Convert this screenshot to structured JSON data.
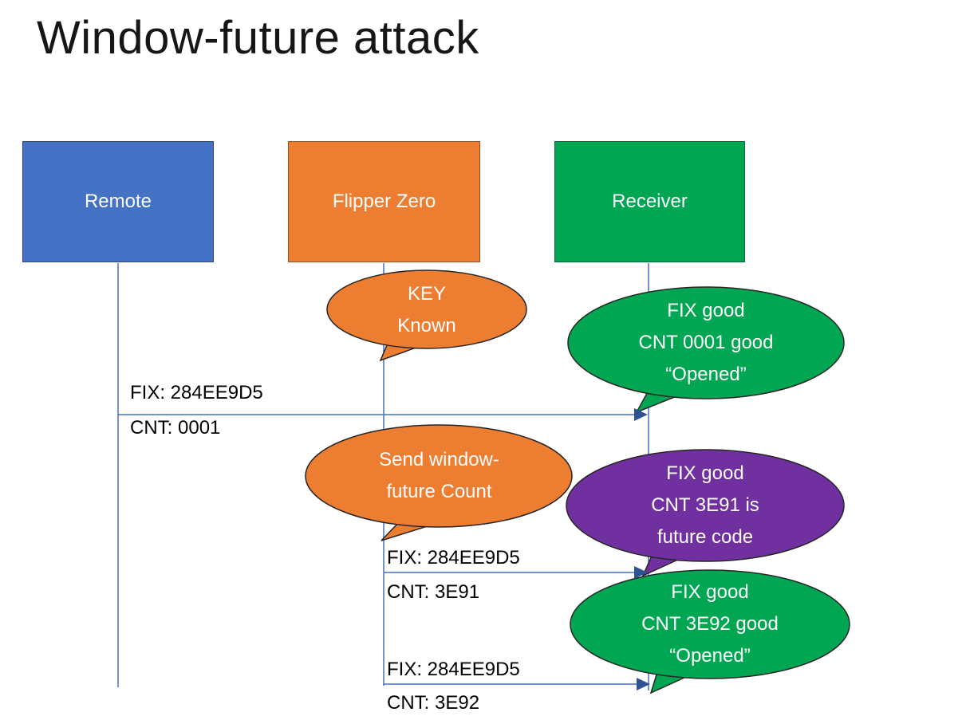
{
  "title": "Window-future attack",
  "colors": {
    "blue": "#4472C4",
    "orange": "#ED7D31",
    "green": "#00A651",
    "purple": "#7030A0",
    "line": "#4472C4",
    "arrowhead": "#2E5395",
    "outline": "#262626"
  },
  "actors": [
    {
      "label": "Remote"
    },
    {
      "label": "Flipper Zero"
    },
    {
      "label": "Receiver"
    }
  ],
  "bubbles": {
    "key_known": {
      "lines": [
        "KEY",
        "Known"
      ]
    },
    "fix_0001": {
      "lines": [
        "FIX good",
        "CNT 0001 good",
        "“Opened”"
      ]
    },
    "send_window": {
      "lines": [
        "Send window-",
        "future Count"
      ]
    },
    "fix_3e91": {
      "lines": [
        "FIX good",
        "CNT 3E91 is",
        "future code"
      ]
    },
    "fix_3e92": {
      "lines": [
        "FIX good",
        "CNT 3E92 good",
        "“Opened”"
      ]
    }
  },
  "messages": [
    {
      "line1": "FIX: 284EE9D5",
      "line2": "CNT: 0001"
    },
    {
      "line1": "FIX: 284EE9D5",
      "line2": "CNT: 3E91"
    },
    {
      "line1": "FIX: 284EE9D5",
      "line2": "CNT: 3E92"
    }
  ]
}
